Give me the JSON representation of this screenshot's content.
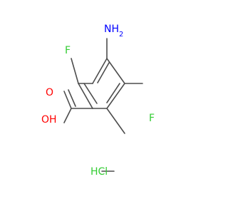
{
  "molecule": {
    "atoms": {
      "nh2": {
        "text": "NH",
        "subscript": "2",
        "color": "#0000ff"
      },
      "f_ortho": {
        "text": "F",
        "color": "#33cc33"
      },
      "f_meta": {
        "text": "F",
        "color": "#33cc33"
      },
      "o_carbonyl": {
        "text": "O",
        "color": "#ff0000"
      },
      "oh": {
        "text": "OH",
        "color": "#ff0000"
      },
      "salt": {
        "text": "HCl",
        "color": "#33cc33"
      }
    },
    "bond_color": "#4d4d4d"
  }
}
